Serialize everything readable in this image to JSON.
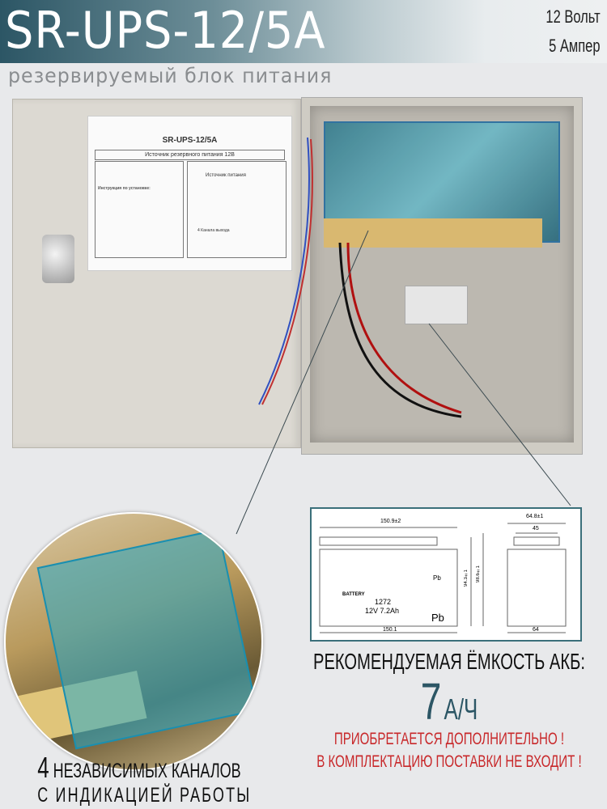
{
  "header": {
    "title": "SR-UPS-12/5A",
    "subtitle": "резервируемый блок питания",
    "voltage": "12 Вольт",
    "current": "5 Ампер"
  },
  "device_label": {
    "model": "SR-UPS-12/5A",
    "heading": "Источник резервного питания 12В",
    "instructions_title": "Инструкция по установке:",
    "diagram_title": "Источник питания",
    "outputs": "4 Канала выхода"
  },
  "battery_drawing": {
    "width_top": "150.9±2",
    "width_bottom": "150.1",
    "height1": "94.3±1",
    "height2": "98.6±1",
    "depth_top": "64.8±1",
    "terminal_spacing": "45",
    "depth_bottom": "64",
    "label": "BATTERY",
    "model": "1272",
    "rating": "12V 7.2Ah",
    "pb1": "Pb",
    "pb2": "Pb"
  },
  "recommend": {
    "heading": "РЕКОМЕНДУЕМАЯ ЁМКОСТЬ АКБ:",
    "value": "7",
    "unit": "А/Ч",
    "note1": "ПРИОБРЕТАЕТСЯ ДОПОЛНИТЕЛЬНО !",
    "note2": "В КОМПЛЕКТАЦИЮ ПОСТАВКИ НЕ ВХОДИТ !"
  },
  "channels": {
    "count": "4",
    "line1": "НЕЗАВИСИМЫХ КАНАЛОВ",
    "line2": "С ИНДИКАЦИЕЙ РАБОТЫ"
  },
  "colors": {
    "accent": "#2c5665",
    "warning": "#c8282a"
  }
}
